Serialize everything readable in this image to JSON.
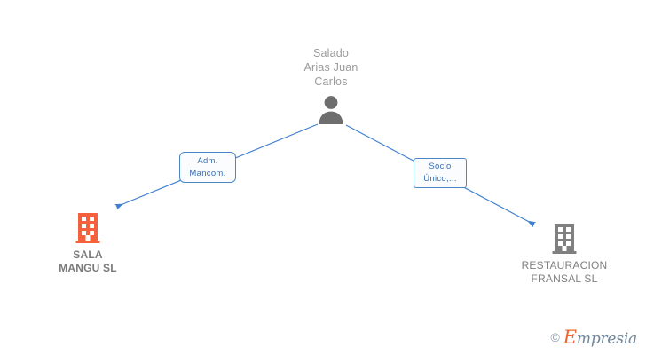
{
  "graph": {
    "person": {
      "name": "Salado\nArias Juan\nCarlos",
      "icon": "person-avatar-icon"
    },
    "relations": [
      {
        "id": "left",
        "label": "Adm.\nMancom."
      },
      {
        "id": "right",
        "label": "Socio\nÚnico,..."
      }
    ],
    "companies": [
      {
        "id": "left",
        "name": "SALA\nMANGU SL",
        "icon": "building-icon",
        "color": "#f4613c"
      },
      {
        "id": "right",
        "name": "RESTAURACION\nFRANSAL SL",
        "icon": "building-icon",
        "color": "#808080"
      }
    ]
  },
  "watermark": {
    "copyright": "©",
    "brand_first_letter": "E",
    "brand_rest": "mpresia"
  },
  "colors": {
    "edge": "#3f7fd0",
    "label_border": "#4a86c8",
    "label_text": "#3a6fb0",
    "person_gray": "#6e6e6e",
    "name_gray": "#9b9b9b",
    "company_orange": "#f4613c",
    "company_gray": "#808080"
  }
}
